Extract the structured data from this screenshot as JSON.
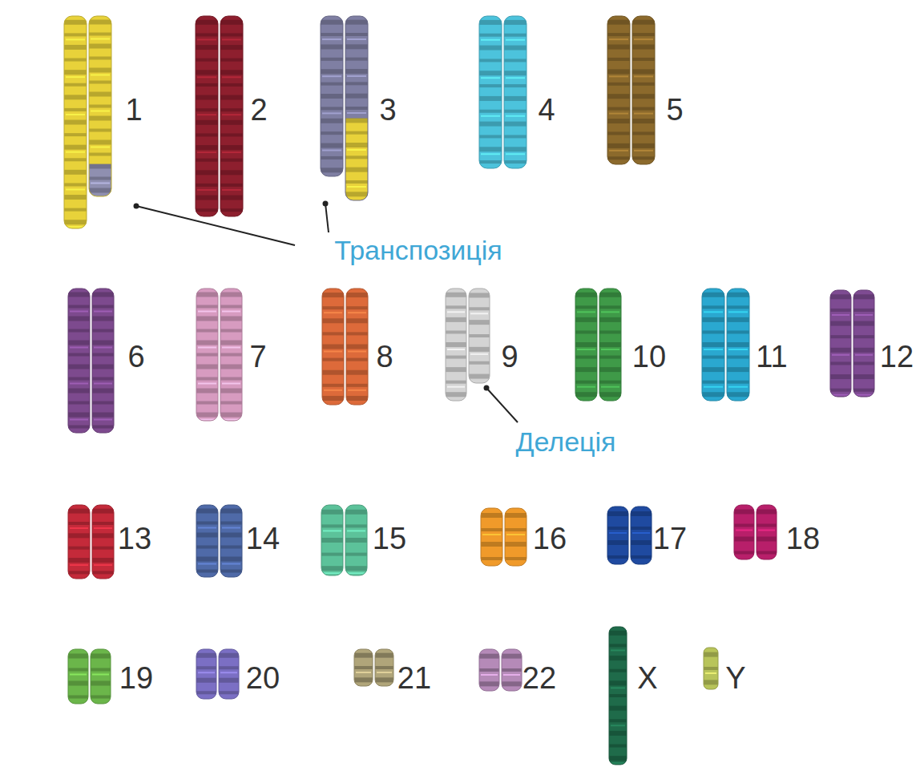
{
  "diagram": {
    "labels": [
      "1",
      "2",
      "3",
      "4",
      "5",
      "Транспозиція",
      "6",
      "7",
      "8",
      "9",
      "Делеція",
      "10",
      "11",
      "12",
      "13",
      "14",
      "15",
      "16",
      "17",
      "18",
      "19",
      "20",
      "21",
      "22",
      "X",
      "Y"
    ]
  }
}
